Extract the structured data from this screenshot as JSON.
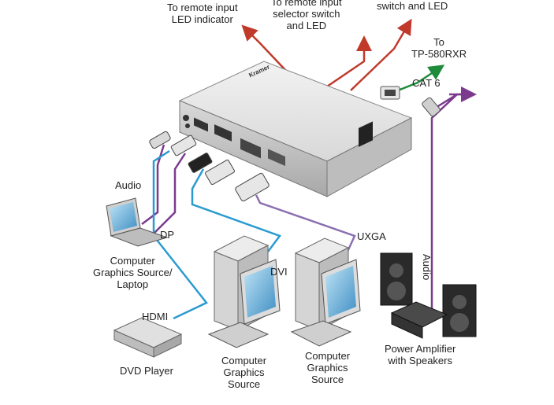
{
  "labels": {
    "remote_led": [
      "To remote input",
      "LED indicator"
    ],
    "remote_selector": [
      "To remote input",
      "selector switch",
      "and LED"
    ],
    "switch_led": "switch and LED",
    "to_rx": [
      "To",
      "TP-580RXR"
    ],
    "cat6": "CAT 6",
    "audio_left": "Audio",
    "dp": "DP",
    "laptop": [
      "Computer",
      "Graphics Source/",
      "Laptop"
    ],
    "dvi": "DVI",
    "uxga": "UXGA",
    "audio_right": "Audio",
    "hdmi": "HDMI",
    "dvd": "DVD Player",
    "pc1": [
      "Computer",
      "Graphics",
      "Source"
    ],
    "pc2": [
      "Computer",
      "Graphics",
      "Source"
    ],
    "amp": [
      "Power Amplifier",
      "with Speakers"
    ],
    "device_brand": "Kramer"
  },
  "colors": {
    "remote_lines": "#c0392b",
    "cat6_line": "#1e8c3a",
    "audio_line": "#7b3a8e",
    "dp_line": "#7b3a8e",
    "hdmi_line": "#2a9bd1",
    "dvi_line": "#2a9bd1",
    "uxga_line": "#8a6fb0"
  }
}
